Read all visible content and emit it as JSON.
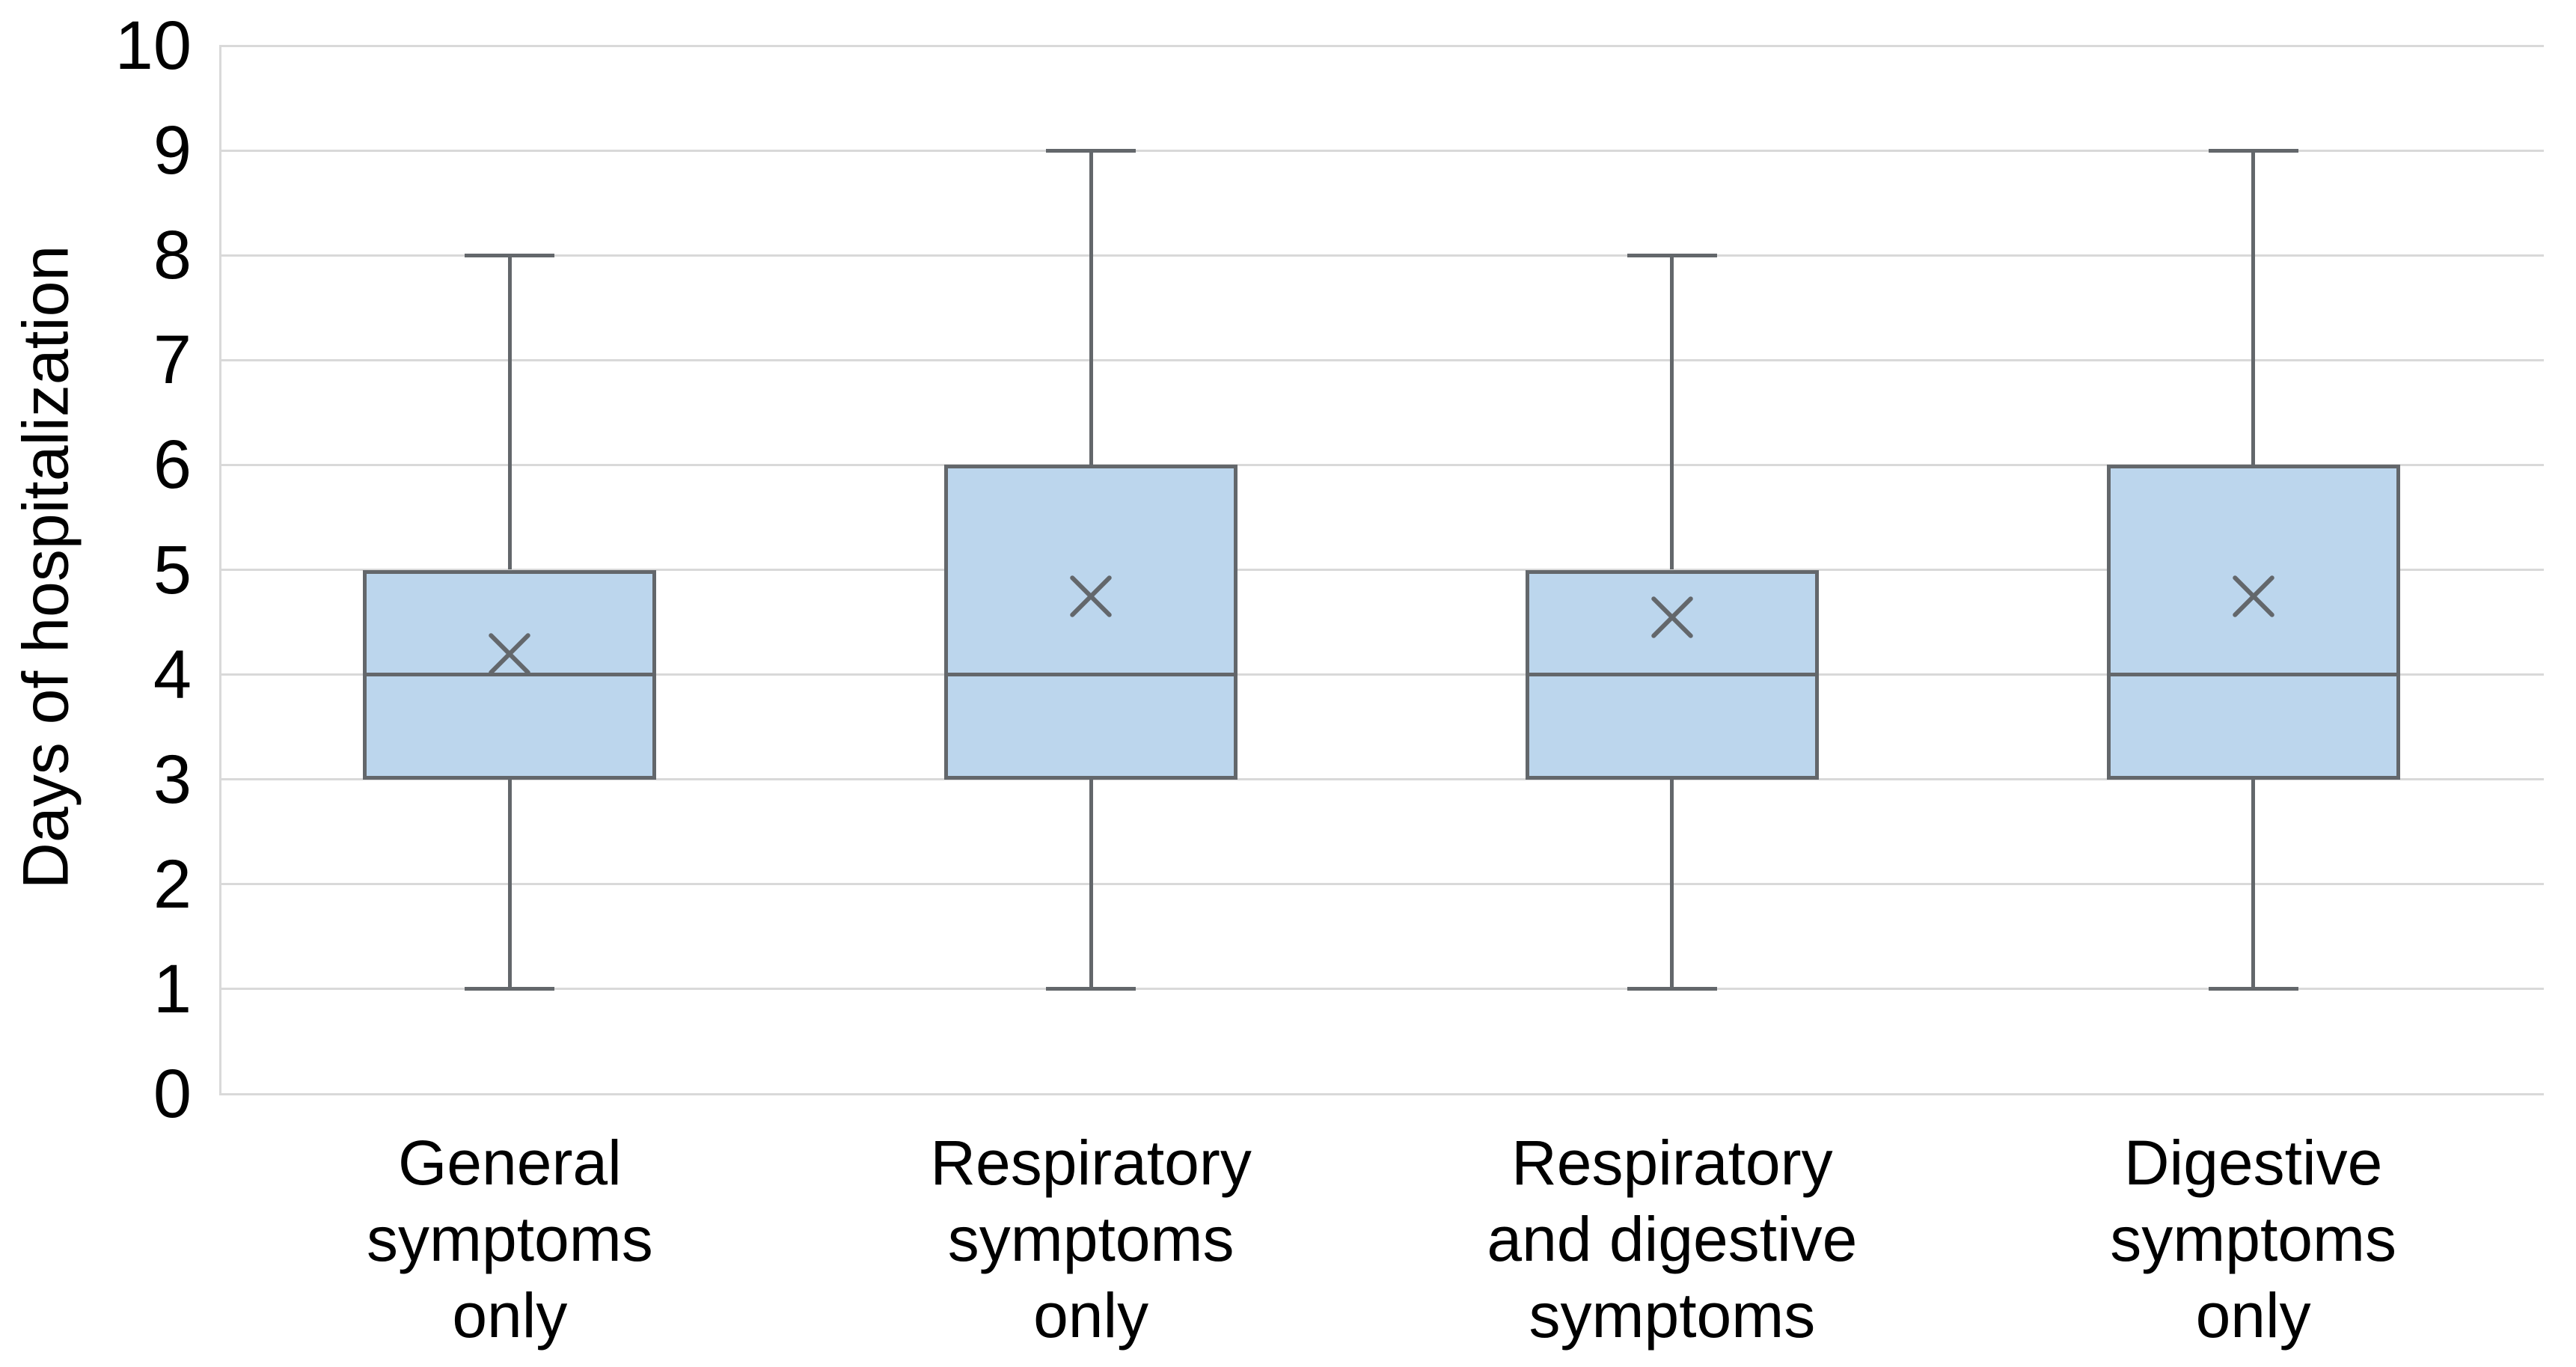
{
  "chart_data": {
    "type": "box",
    "title": "",
    "xlabel": "",
    "ylabel": "Days of hospitalization",
    "ylim": [
      0,
      10
    ],
    "yticks": [
      0,
      1,
      2,
      3,
      4,
      5,
      6,
      7,
      8,
      9,
      10
    ],
    "grid": "horizontal",
    "legend": "none",
    "categories": [
      "General symptoms only",
      "Respiratory symptoms only",
      "Respiratory and digestive symptoms",
      "Digestive symptoms only"
    ],
    "category_lines": [
      [
        "General",
        "symptoms",
        "only"
      ],
      [
        "Respiratory",
        "symptoms",
        "only"
      ],
      [
        "Respiratory",
        "and digestive",
        "symptoms"
      ],
      [
        "Digestive",
        "symptoms",
        "only"
      ]
    ],
    "boxes": [
      {
        "label": "General symptoms only",
        "min": 1,
        "q1": 3,
        "median": 4,
        "q3": 5,
        "max": 8,
        "mean": 4.2
      },
      {
        "label": "Respiratory symptoms only",
        "min": 1,
        "q1": 3,
        "median": 4,
        "q3": 6,
        "max": 9,
        "mean": 4.75
      },
      {
        "label": "Respiratory and digestive symptoms",
        "min": 1,
        "q1": 3,
        "median": 4,
        "q3": 5,
        "max": 8,
        "mean": 4.55
      },
      {
        "label": "Digestive symptoms only",
        "min": 1,
        "q1": 3,
        "median": 4,
        "q3": 6,
        "max": 9,
        "mean": 4.75
      }
    ],
    "colors": {
      "box_fill": "#BCD6ED",
      "box_stroke": "#63676B",
      "gridline": "#D9D9D9",
      "text": "#000000",
      "background": "#FFFFFF"
    }
  }
}
